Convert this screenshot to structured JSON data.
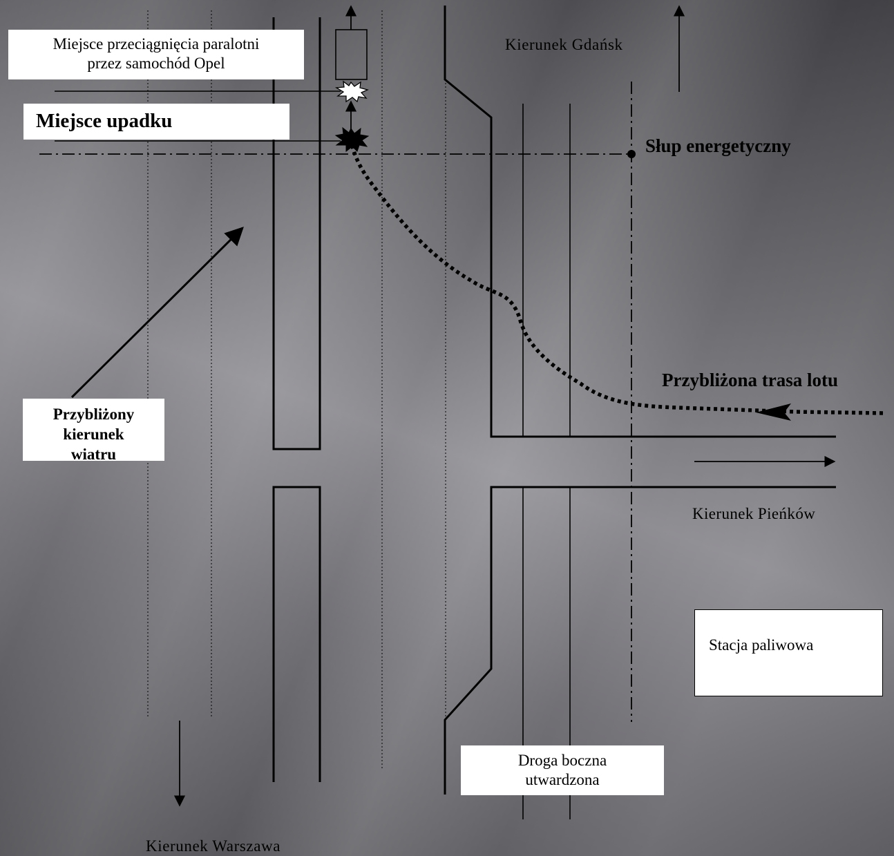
{
  "labels": {
    "opel_line1": "Miejsce przeciągnięcia paralotni",
    "opel_line2": "przez samochód Opel",
    "upadek": "Miejsce upadku",
    "slup": "Słup energetyczny",
    "gdansk": "Kierunek  Gdańsk",
    "wiatr_line1": "Przybliżony",
    "wiatr_line2": "kierunek",
    "wiatr_line3": "wiatru",
    "trasa": "Przybliżona trasa lotu",
    "pienkow": "Kierunek  Pieńków",
    "stacja": "Stacja paliwowa",
    "droga_line1": "Droga boczna",
    "droga_line2": "utwardzona",
    "warszawa": "Kierunek  Warszawa"
  },
  "colors": {
    "ink": "#000000",
    "label_box": "#ffffff"
  },
  "icons": {
    "impact_marker": "starburst-icon",
    "drag_marker": "outlined-starburst-icon",
    "pole_marker": "dot-icon"
  }
}
